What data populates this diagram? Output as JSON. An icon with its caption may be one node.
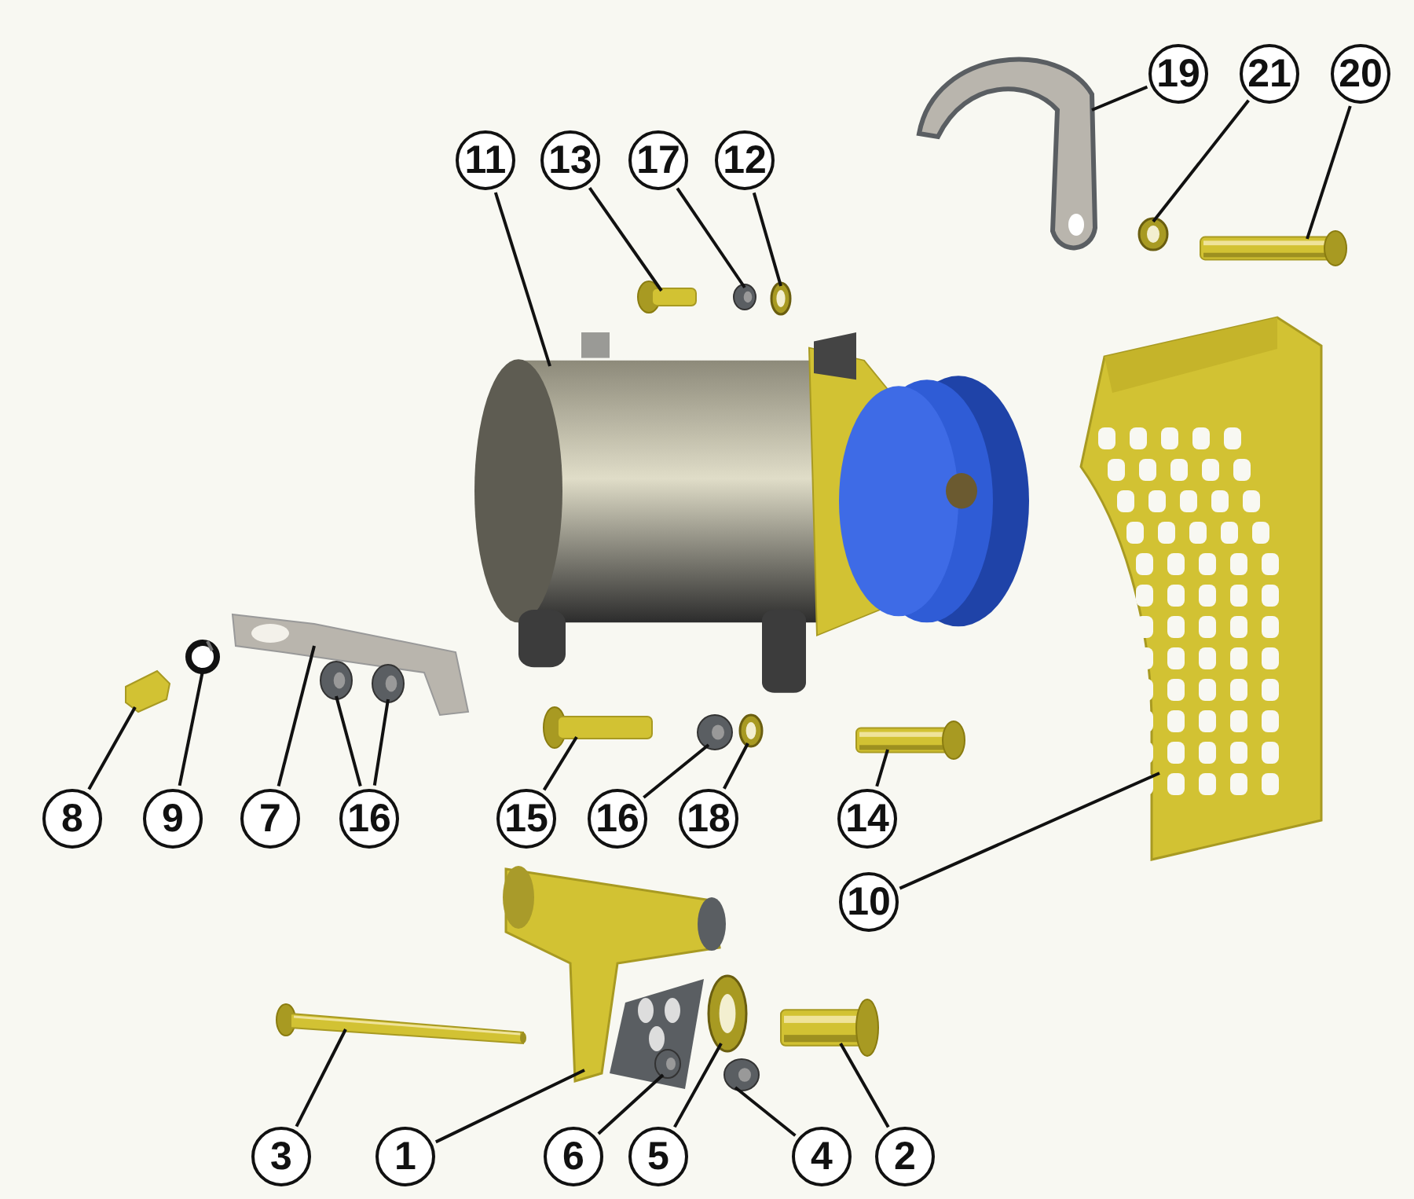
{
  "diagram": {
    "nodes": [
      {
        "text": [
          "19"
        ]
      },
      {
        "text": [
          "21"
        ]
      },
      {
        "text": [
          "20"
        ]
      },
      {
        "text": [
          "11"
        ]
      },
      {
        "text": [
          "13"
        ]
      },
      {
        "text": [
          "17"
        ]
      },
      {
        "text": [
          "12"
        ]
      },
      {
        "text": [
          "8"
        ]
      },
      {
        "text": [
          "9"
        ]
      },
      {
        "text": [
          "7"
        ]
      },
      {
        "text": [
          "16"
        ]
      },
      {
        "text": [
          "15"
        ]
      },
      {
        "text": [
          "16"
        ]
      },
      {
        "text": [
          "18"
        ]
      },
      {
        "text": [
          "14"
        ]
      },
      {
        "text": [
          "10"
        ]
      },
      {
        "text": [
          "3"
        ]
      },
      {
        "text": [
          "1"
        ]
      },
      {
        "text": [
          "6"
        ]
      },
      {
        "text": [
          "5"
        ]
      },
      {
        "text": [
          "4"
        ]
      },
      {
        "text": [
          "2"
        ]
      },
      {
        "text": [],
        "shape": "picture"
      },
      {
        "text": [],
        "shape": "picture"
      },
      {
        "text": [],
        "shape": "picture"
      },
      {
        "text": [],
        "shape": "picture"
      },
      {
        "text": [],
        "shape": "picture"
      },
      {
        "text": [],
        "shape": "picture"
      },
      {
        "text": [],
        "shape": "picture"
      },
      {
        "text": [],
        "shape": "picture"
      },
      {
        "text": [],
        "shape": "picture"
      },
      {
        "text": [],
        "shape": "picture"
      },
      {
        "text": [],
        "shape": "picture"
      },
      {
        "text": [],
        "shape": "picture"
      },
      {
        "text": [],
        "shape": "picture"
      },
      {
        "text": [],
        "shape": "picture"
      },
      {
        "text": [],
        "shape": "picture"
      },
      {
        "text": [],
        "shape": "picture"
      },
      {
        "text": [],
        "shape": "picture"
      },
      {
        "text": [],
        "shape": "picture"
      },
      {
        "text": [],
        "shape": "picture"
      },
      {
        "text": [],
        "shape": "picture"
      },
      {
        "text": [],
        "shape": "picture"
      },
      {
        "text": [],
        "shape": "picture"
      },
      {
        "text": [],
        "shape": "picture"
      }
    ],
    "edges": [
      {
        "from": 0,
        "to": 22,
        "arrow": "none"
      },
      {
        "from": 1,
        "to": 23,
        "arrow": "none"
      },
      {
        "from": 2,
        "to": 24,
        "arrow": "none"
      },
      {
        "from": 3,
        "to": 29,
        "arrow": "none"
      },
      {
        "from": 4,
        "to": 25,
        "arrow": "none"
      },
      {
        "from": 5,
        "to": 26,
        "arrow": "none"
      },
      {
        "from": 6,
        "to": 27,
        "arrow": "none"
      },
      {
        "from": 7,
        "to": 32,
        "arrow": "none"
      },
      {
        "from": 8,
        "to": 31,
        "arrow": "none"
      },
      {
        "from": 9,
        "to": 30,
        "arrow": "none"
      },
      {
        "from": 10,
        "to": 33,
        "arrow": "none"
      },
      {
        "from": 10,
        "to": 34,
        "arrow": "none"
      },
      {
        "from": 11,
        "to": 35,
        "arrow": "none"
      },
      {
        "from": 12,
        "to": 36,
        "arrow": "none"
      },
      {
        "from": 13,
        "to": 37,
        "arrow": "none"
      },
      {
        "from": 14,
        "to": 38,
        "arrow": "none"
      },
      {
        "from": 15,
        "to": 28,
        "arrow": "none"
      },
      {
        "from": 16,
        "to": 40,
        "arrow": "none"
      },
      {
        "from": 17,
        "to": 39,
        "arrow": "none"
      },
      {
        "from": 18,
        "to": 43,
        "arrow": "none"
      },
      {
        "from": 19,
        "to": 41,
        "arrow": "none"
      },
      {
        "from": 20,
        "to": 44,
        "arrow": "none"
      },
      {
        "from": 21,
        "to": 42,
        "arrow": "none"
      }
    ]
  }
}
